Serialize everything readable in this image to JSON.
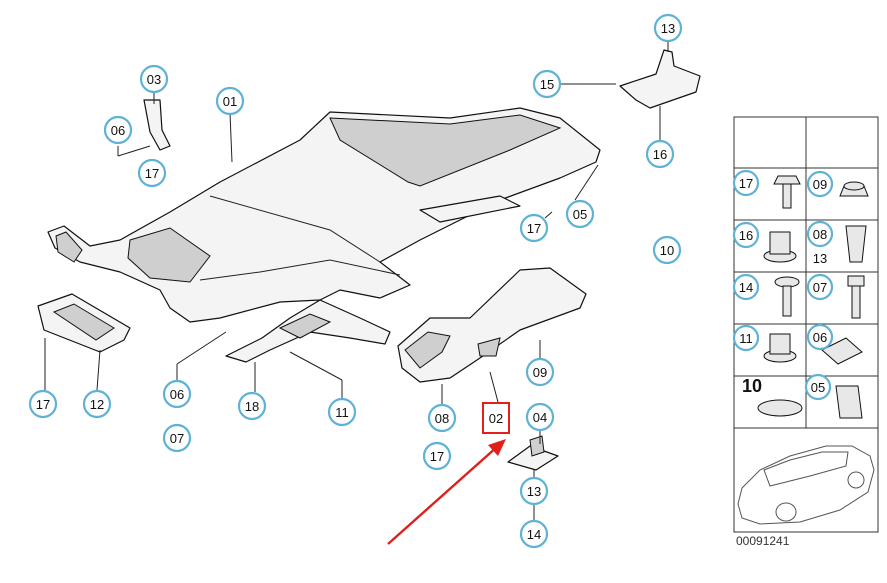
{
  "labels": {
    "c01": "01",
    "c02": "02",
    "c03": "03",
    "c04": "04",
    "c05": "05",
    "c06a": "06",
    "c06b": "06",
    "c07": "07",
    "c08": "08",
    "c09": "09",
    "c10": "10",
    "c11": "11",
    "c12": "12",
    "c13a": "13",
    "c13b": "13",
    "c14": "14",
    "c15": "15",
    "c16": "16",
    "c17a": "17",
    "c17b": "17",
    "c17c": "17",
    "c17d": "17",
    "c18": "18"
  },
  "legend": {
    "r1a": "17",
    "r1b": "09",
    "r2a": "16",
    "r2b": "08",
    "r2c": "13",
    "r3a": "14",
    "r3b": "07",
    "r4a": "11",
    "r4b": "06",
    "r5a": "10",
    "r5b": "05"
  },
  "diagram_code": "00091241",
  "colors": {
    "bubble": "#5fb2d6",
    "highlight": "#e0201c"
  }
}
